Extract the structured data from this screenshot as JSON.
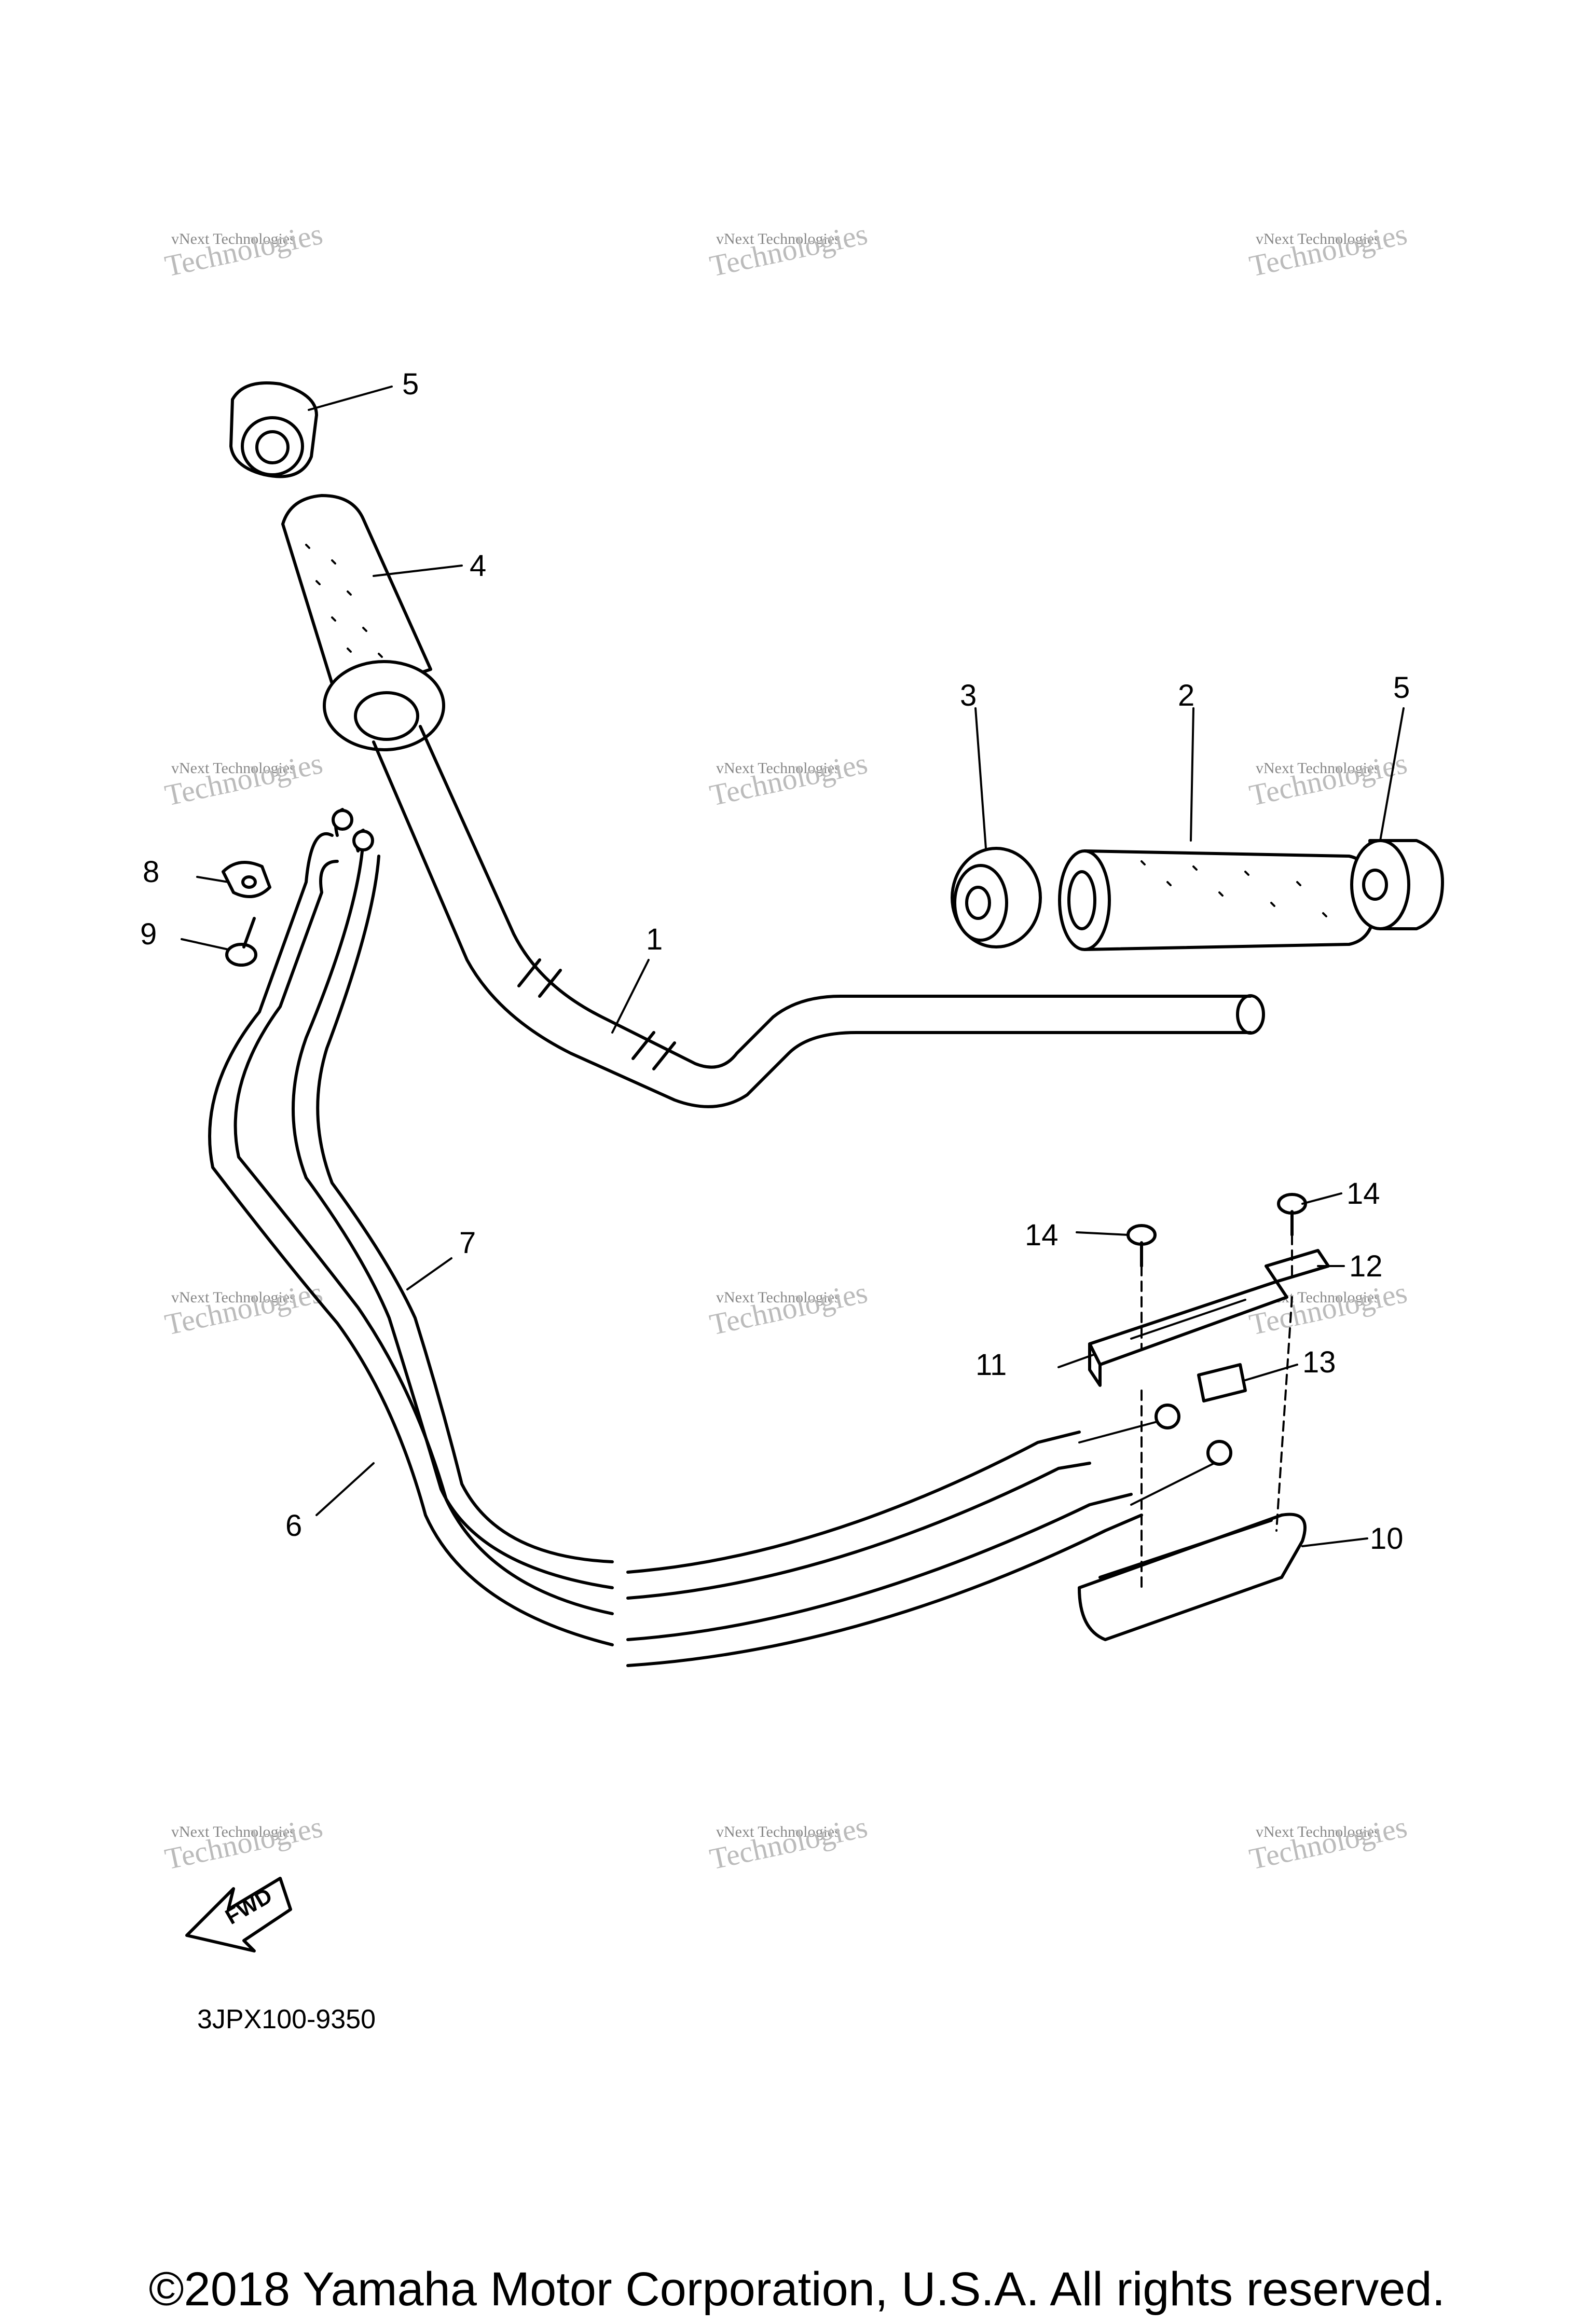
{
  "diagram": {
    "callouts": [
      {
        "id": "1",
        "label": "1"
      },
      {
        "id": "2",
        "label": "2"
      },
      {
        "id": "3",
        "label": "3"
      },
      {
        "id": "4",
        "label": "4"
      },
      {
        "id": "5a",
        "label": "5"
      },
      {
        "id": "5b",
        "label": "5"
      },
      {
        "id": "6",
        "label": "6"
      },
      {
        "id": "7",
        "label": "7"
      },
      {
        "id": "8",
        "label": "8"
      },
      {
        "id": "9",
        "label": "9"
      },
      {
        "id": "10",
        "label": "10"
      },
      {
        "id": "11",
        "label": "11"
      },
      {
        "id": "12",
        "label": "12"
      },
      {
        "id": "13",
        "label": "13"
      },
      {
        "id": "14a",
        "label": "14"
      },
      {
        "id": "14b",
        "label": "14"
      }
    ],
    "fwd_label": "FWD",
    "part_code": "3JPX100-9350",
    "watermark": {
      "line1": "vNext",
      "line2": "vNext Technologies",
      "line3": "Technologies"
    },
    "copyright": "©2018 Yamaha Motor Corporation, U.S.A. All rights reserved."
  }
}
